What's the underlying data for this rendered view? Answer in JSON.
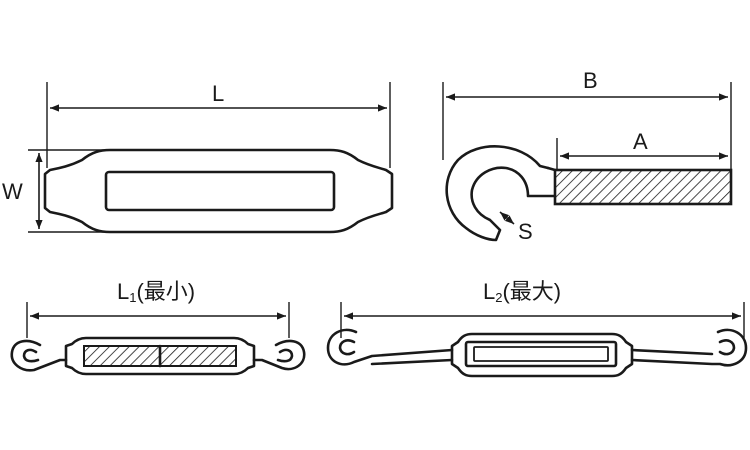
{
  "labels": {
    "L": "L",
    "W": "W",
    "B": "B",
    "A": "A",
    "S": "S",
    "L1_main": "L",
    "L1_sub": "1",
    "L1_note": "(最小)",
    "L2_main": "L",
    "L2_sub": "2",
    "L2_note": "(最大)"
  }
}
